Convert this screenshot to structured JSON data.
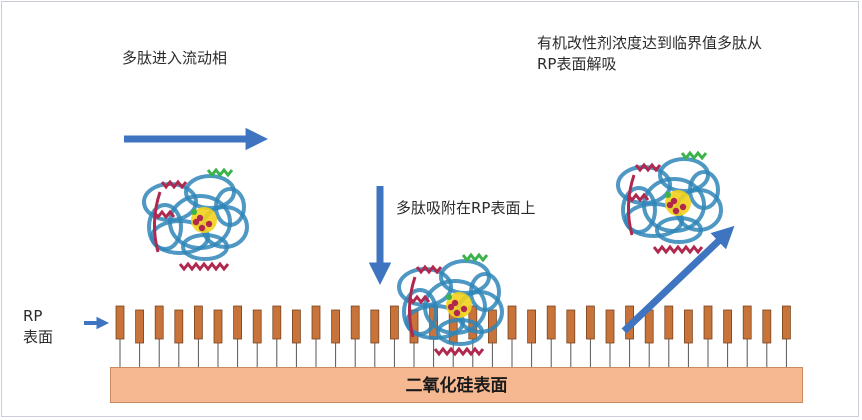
{
  "labels": {
    "peptide_enters": "多肽进入流动相",
    "peptide_adsorbs": "多肽吸附在RP表面上",
    "desorb_line1": "有机改性剂浓度达到临界值多肽从",
    "desorb_line2": "RP表面解吸",
    "rp_line1": "RP",
    "rp_line2": "表面",
    "silica": "二氧化硅表面"
  },
  "colors": {
    "arrow": "#3e74c0",
    "ligand": "#c8733a",
    "silica": "#f5b891",
    "protein_helix": "#2f86b8",
    "protein_red": "#b0284e",
    "protein_green": "#3cb34a",
    "protein_core": "#f3d21c"
  },
  "icons": {
    "arrow_right": "right-arrow-icon",
    "arrow_down": "down-arrow-icon",
    "arrow_diag": "diagonal-arrow-icon",
    "protein": "protein-structure-icon"
  }
}
